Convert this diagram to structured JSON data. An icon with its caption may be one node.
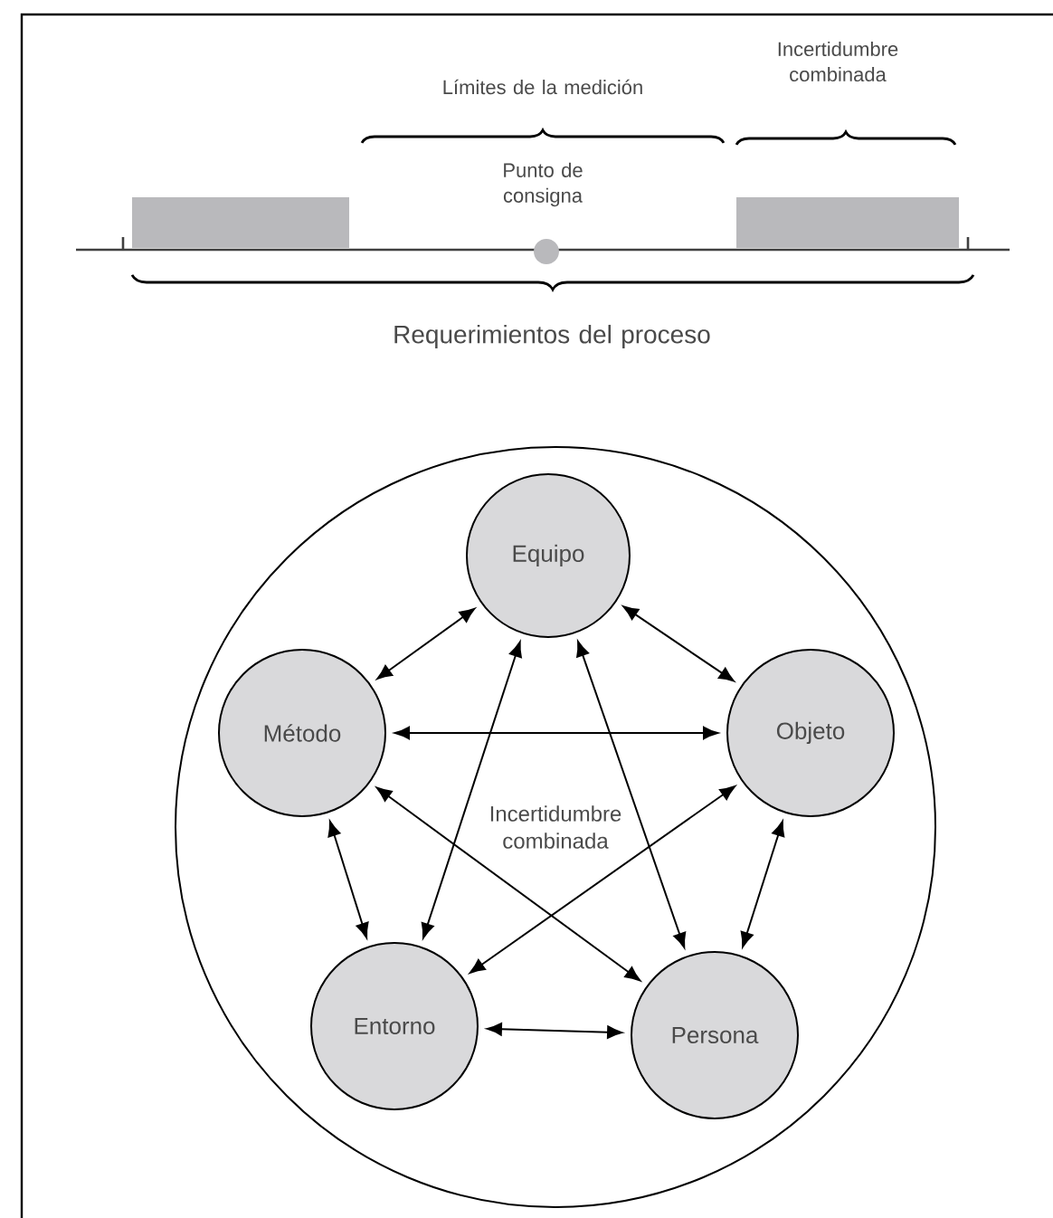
{
  "diagram": {
    "nodes": [
      {
        "text": [
          "Incertidumbre combinada"
        ]
      },
      {
        "text": [
          "Equipo"
        ],
        "in": 0
      },
      {
        "text": [
          "Método"
        ],
        "in": 0
      },
      {
        "text": [
          "Objeto"
        ],
        "in": 0
      },
      {
        "text": [
          "Entorno"
        ],
        "in": 0
      },
      {
        "text": [
          "Persona"
        ],
        "in": 0
      }
    ],
    "edges": [
      {
        "from": 1,
        "to": 2,
        "arrow": "both"
      },
      {
        "from": 1,
        "to": 3,
        "arrow": "both"
      },
      {
        "from": 1,
        "to": 4,
        "arrow": "both"
      },
      {
        "from": 1,
        "to": 5,
        "arrow": "both"
      },
      {
        "from": 2,
        "to": 3,
        "arrow": "both"
      },
      {
        "from": 2,
        "to": 4,
        "arrow": "both"
      },
      {
        "from": 2,
        "to": 5,
        "arrow": "both"
      },
      {
        "from": 3,
        "to": 4,
        "arrow": "both"
      },
      {
        "from": 3,
        "to": 5,
        "arrow": "both"
      },
      {
        "from": 4,
        "to": 5,
        "arrow": "both"
      }
    ],
    "labels": [
      "Incertidumbre combinada",
      "Límites de la medición",
      "Punto de consigna",
      "Requerimientos del proceso"
    ]
  }
}
